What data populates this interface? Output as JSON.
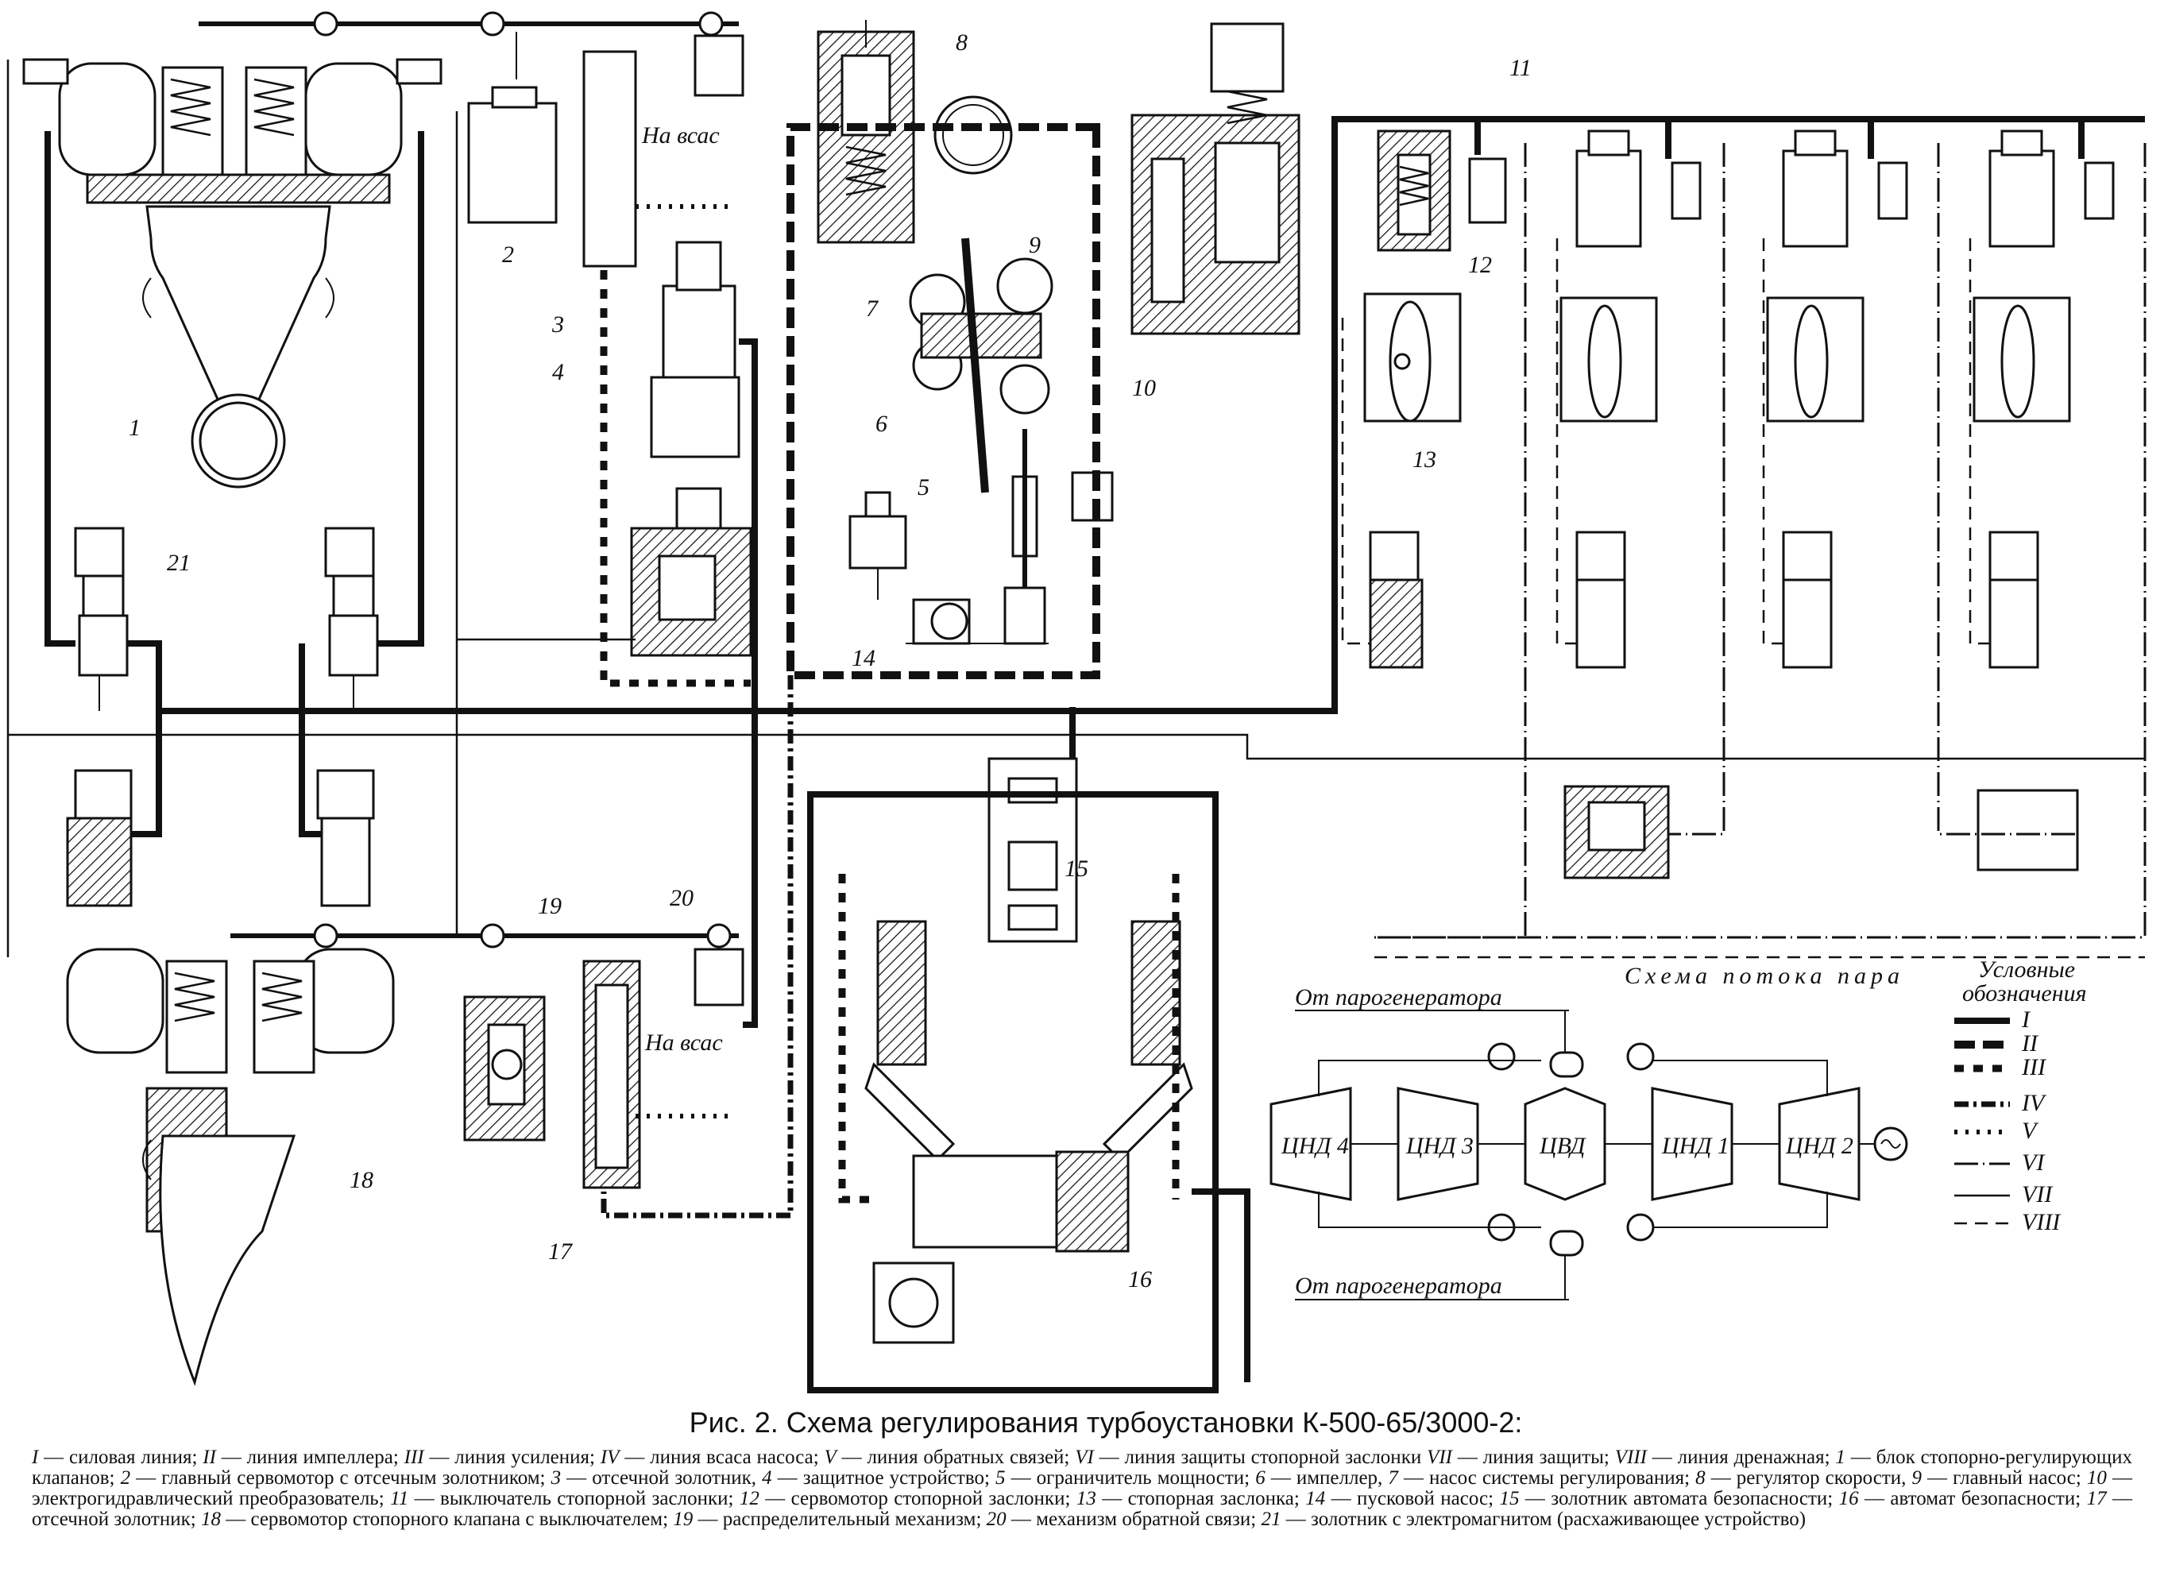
{
  "diagram": {
    "labels": {
      "na_vsas_top": "На всас",
      "na_vsas_bottom": "На всас",
      "steam_flow": "Схема потока пара",
      "legend_title_1": "Условные",
      "legend_title_2": "обозначения",
      "from_sg_top": "От парогенератора",
      "from_sg_bottom": "От парогенератора"
    },
    "components": [
      "1",
      "2",
      "3",
      "4",
      "5",
      "6",
      "7",
      "8",
      "9",
      "10",
      "11",
      "12",
      "13",
      "14",
      "15",
      "16",
      "17",
      "18",
      "19",
      "20",
      "21"
    ],
    "turbine": {
      "cnd4": "ЦНД 4",
      "cnd3": "ЦНД 3",
      "cvd": "ЦВД",
      "cnd1": "ЦНД 1",
      "cnd2": "ЦНД 2"
    },
    "legend_lines": [
      "I",
      "II",
      "III",
      "IV",
      "V",
      "VI",
      "VII",
      "VIII"
    ]
  },
  "caption": {
    "title": "Рис. 2. Схема регулирования турбоустановки К-500-65/3000-2:",
    "items": [
      {
        "num": "I",
        "text": "силовая линия;"
      },
      {
        "num": "II",
        "text": "линия импеллера;"
      },
      {
        "num": "III",
        "text": "линия усиления;"
      },
      {
        "num": "IV",
        "text": "линия всаса насоса;"
      },
      {
        "num": "V",
        "text": "линия обратных связей;"
      },
      {
        "num": "VI",
        "text": "линия защиты стопорной заслонки"
      },
      {
        "num": "VII",
        "text": "линия защиты;"
      },
      {
        "num": "VIII",
        "text": "линия дренажная;"
      },
      {
        "num": "1",
        "text": "блок стопорно-регулирующих клапанов;"
      },
      {
        "num": "2",
        "text": "главный сервомотор с отсечным золотником;"
      },
      {
        "num": "3",
        "text": "отсечной золотник,"
      },
      {
        "num": "4",
        "text": "защитное устройство;"
      },
      {
        "num": "5",
        "text": "ограничитель мощности;"
      },
      {
        "num": "6",
        "text": "импеллер,"
      },
      {
        "num": "7",
        "text": "насос системы регулирования;"
      },
      {
        "num": "8",
        "text": "регулятор скорости,"
      },
      {
        "num": "9",
        "text": "главный насос;"
      },
      {
        "num": "10",
        "text": "электрогидравлический преобразователь;"
      },
      {
        "num": "11",
        "text": "выключатель стопорной заслонки;"
      },
      {
        "num": "12",
        "text": "сервомотор стопорной заслонки;"
      },
      {
        "num": "13",
        "text": "стопорная заслонка;"
      },
      {
        "num": "14",
        "text": "пусковой насос;"
      },
      {
        "num": "15",
        "text": "золотник автомата безопасности;"
      },
      {
        "num": "16",
        "text": "автомат безопасности;"
      },
      {
        "num": "17",
        "text": "отсечной золотник;"
      },
      {
        "num": "18",
        "text": "сервомотор стопорного клапана с выключателем;"
      },
      {
        "num": "19",
        "text": "распределительный механизм;"
      },
      {
        "num": "20",
        "text": "механизм обратной связи;"
      },
      {
        "num": "21",
        "text": "золотник с электромагнитом (расхаживающее устройство)"
      }
    ]
  }
}
